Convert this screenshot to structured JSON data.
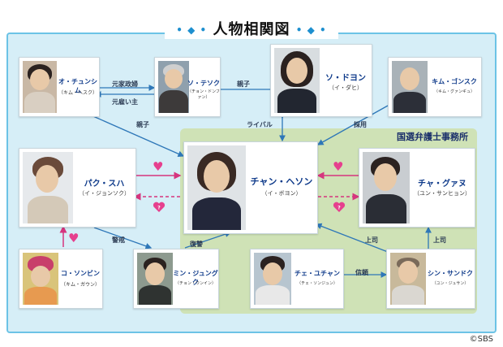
{
  "title": "人物相関図",
  "office_label": "国選弁護士事務所",
  "characters": {
    "oh_chunsim": {
      "name": "オ・チュンシム",
      "actor": "（キム・ヘスク）"
    },
    "so_taesok": {
      "name": "ソ・テソク",
      "actor": "（チョン・ドンファン）"
    },
    "so_doyon": {
      "name": "ソ・ドヨン",
      "actor": "（イ・ダヒ）"
    },
    "kim_gonsuku": {
      "name": "キム・ゴンスク",
      "actor": "（キム・グァンギュ）"
    },
    "park_suha": {
      "name": "パク・スハ",
      "actor": "（イ・ジョンソク）"
    },
    "chan_heson": {
      "name": "チャン・ヘソン",
      "actor": "（イ・ボヨン）"
    },
    "cha_gwanu": {
      "name": "チャ・グァヌ",
      "actor": "（ユン・サンヒョン）"
    },
    "ko_sonbin": {
      "name": "コ・ソンビン",
      "actor": "（キム・ガウン）"
    },
    "min_jungguk": {
      "name": "ミン・ジュングク",
      "actor": "（チョン・ウンイン）"
    },
    "che_yuchan": {
      "name": "チェ・ユチャン",
      "actor": "（チェ・ソンジュン）"
    },
    "shin_sandoku": {
      "name": "シン・サンドク",
      "actor": "（ユン・ジュサン）"
    }
  },
  "relations": {
    "former_spouse": "元家政婦",
    "former_employer": "元雇い主",
    "parent_child_1": "親子",
    "parent_child_2": "親子",
    "rival": "ライバル",
    "hire": "採用",
    "caution": "警戒",
    "revenge": "復讐",
    "boss_1": "上司",
    "boss_2": "上司",
    "trust": "信頼"
  },
  "icons": {
    "heart": "heart-icon",
    "heart_question": "heart-question-icon"
  },
  "colors": {
    "frame": "#6cc3e6",
    "frame_bg": "#d6eef7",
    "office_bg": "#cfe2b6",
    "name": "#0e3a8a",
    "heart": "#e6408e",
    "line": "#2e77b8"
  },
  "copyright": "©SBS"
}
